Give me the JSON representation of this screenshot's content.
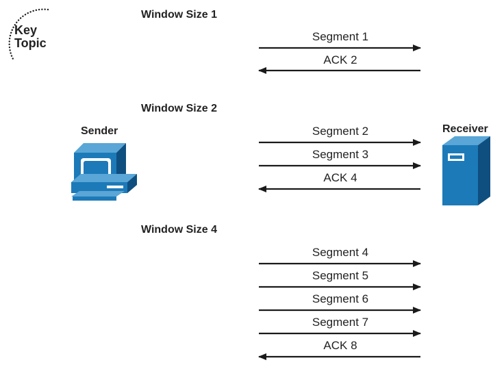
{
  "key_topic": {
    "line1": "Key",
    "line2": "Topic"
  },
  "nodes": {
    "sender": "Sender",
    "receiver": "Receiver"
  },
  "windows": [
    {
      "label": "Window Size 1",
      "messages": [
        {
          "text": "Segment 1",
          "direction": "right"
        },
        {
          "text": "ACK 2",
          "direction": "left"
        }
      ]
    },
    {
      "label": "Window Size 2",
      "messages": [
        {
          "text": "Segment 2",
          "direction": "right"
        },
        {
          "text": "Segment 3",
          "direction": "right"
        },
        {
          "text": "ACK 4",
          "direction": "left"
        }
      ]
    },
    {
      "label": "Window Size 4",
      "messages": [
        {
          "text": "Segment 4",
          "direction": "right"
        },
        {
          "text": "Segment 5",
          "direction": "right"
        },
        {
          "text": "Segment 6",
          "direction": "right"
        },
        {
          "text": "Segment 7",
          "direction": "right"
        },
        {
          "text": "ACK 8",
          "direction": "left"
        }
      ]
    }
  ],
  "colors": {
    "device_blue": "#1d7ab8",
    "device_dark": "#0f4f80",
    "device_light": "#5aa6d6",
    "arrow": "#1a1a1a",
    "text": "#222222"
  }
}
